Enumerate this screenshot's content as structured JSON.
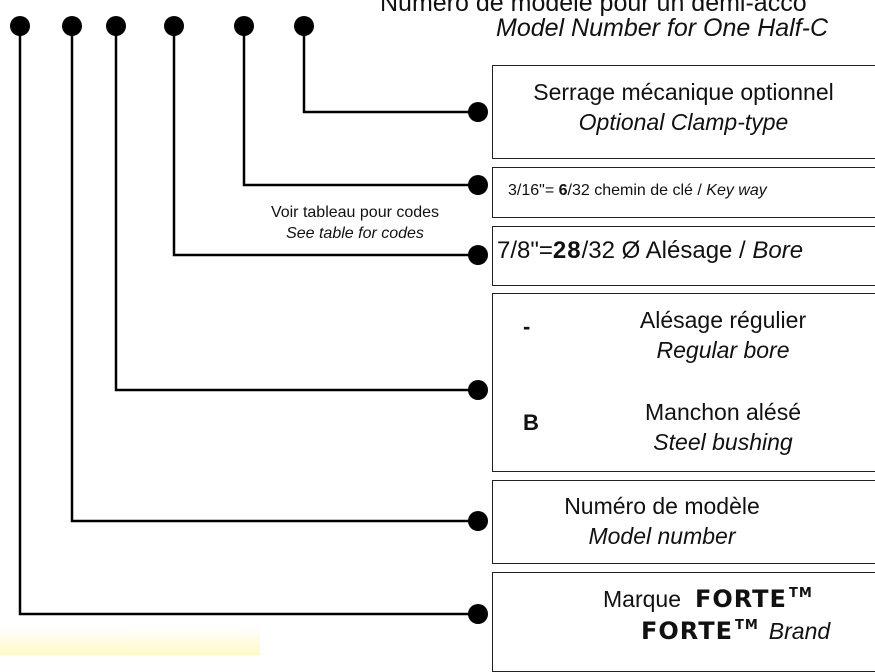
{
  "header": {
    "title_fr": "Numéro de modèle pour un demi-acco",
    "title_en": "Model Number for One Half-C"
  },
  "clamp": {
    "fr": "Serrage mécanique optionnel",
    "en": "Optional Clamp-type"
  },
  "keyway": {
    "prefix": "3/16\"= ",
    "bold": "6",
    "suffix": "/32 chemin de clé / ",
    "en": "Key way"
  },
  "see_table": {
    "fr": "Voir tableau pour codes",
    "en": "See table for codes"
  },
  "bore": {
    "prefix": "7/8\"=",
    "bold": "28",
    "suffix": "/32  Ø  Alésage / ",
    "en": "Bore"
  },
  "bore_options": [
    {
      "code": "-",
      "fr": "Alésage régulier",
      "en": "Regular bore"
    },
    {
      "code": "B",
      "fr": "Manchon alésé",
      "en": "Steel bushing"
    }
  ],
  "model_number": {
    "fr": "Numéro de modèle",
    "en": "Model number"
  },
  "brand": {
    "fr_word": "Marque",
    "logo": "FORTE",
    "tm": "TM",
    "en_word": "Brand"
  },
  "colors": {
    "line": "#000000",
    "accent_tint": "#fff496"
  }
}
